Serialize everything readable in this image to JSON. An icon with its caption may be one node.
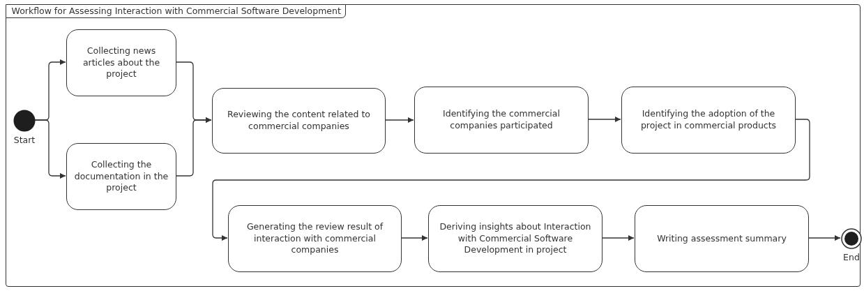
{
  "diagram": {
    "nodes": [
      {
        "text": [
          "Workflow for Assessing Interaction with Commercial Software Development"
        ]
      },
      {
        "text": [],
        "shape": "circle",
        "beside": [
          "Start"
        ],
        "in": 0
      },
      {
        "text": [
          "Collecting news articles about the project"
        ],
        "in": 0
      },
      {
        "text": [
          "Collecting the documentation in the project"
        ],
        "in": 0
      },
      {
        "text": [
          "Reviewing the content related to commercial companies"
        ],
        "in": 0
      },
      {
        "text": [
          "Identifying the commercial companies participated"
        ],
        "in": 0
      },
      {
        "text": [
          "Identifying the adoption of the project in commercial products"
        ],
        "in": 0
      },
      {
        "text": [
          "Generating the review result of interaction with commercial companies"
        ],
        "in": 0
      },
      {
        "text": [
          "Deriving insights about Interaction with Commercial Software Development in project"
        ],
        "in": 0
      },
      {
        "text": [
          "Writing assessment summary"
        ],
        "in": 0
      },
      {
        "text": [],
        "shape": "bullseye",
        "beside": [
          "End"
        ],
        "in": 0
      }
    ],
    "edges": [
      {
        "from": 1,
        "to": 2,
        "arrow": "to"
      },
      {
        "from": 1,
        "to": 3,
        "arrow": "to"
      },
      {
        "from": 2,
        "to": 4,
        "arrow": "to"
      },
      {
        "from": 3,
        "to": 4,
        "arrow": "to"
      },
      {
        "from": 4,
        "to": 5,
        "arrow": "to"
      },
      {
        "from": 5,
        "to": 6,
        "arrow": "to"
      },
      {
        "from": 6,
        "to": 7,
        "arrow": "to"
      },
      {
        "from": 7,
        "to": 8,
        "arrow": "to"
      },
      {
        "from": 8,
        "to": 9,
        "arrow": "to"
      },
      {
        "from": 9,
        "to": 10,
        "arrow": "to"
      }
    ]
  }
}
